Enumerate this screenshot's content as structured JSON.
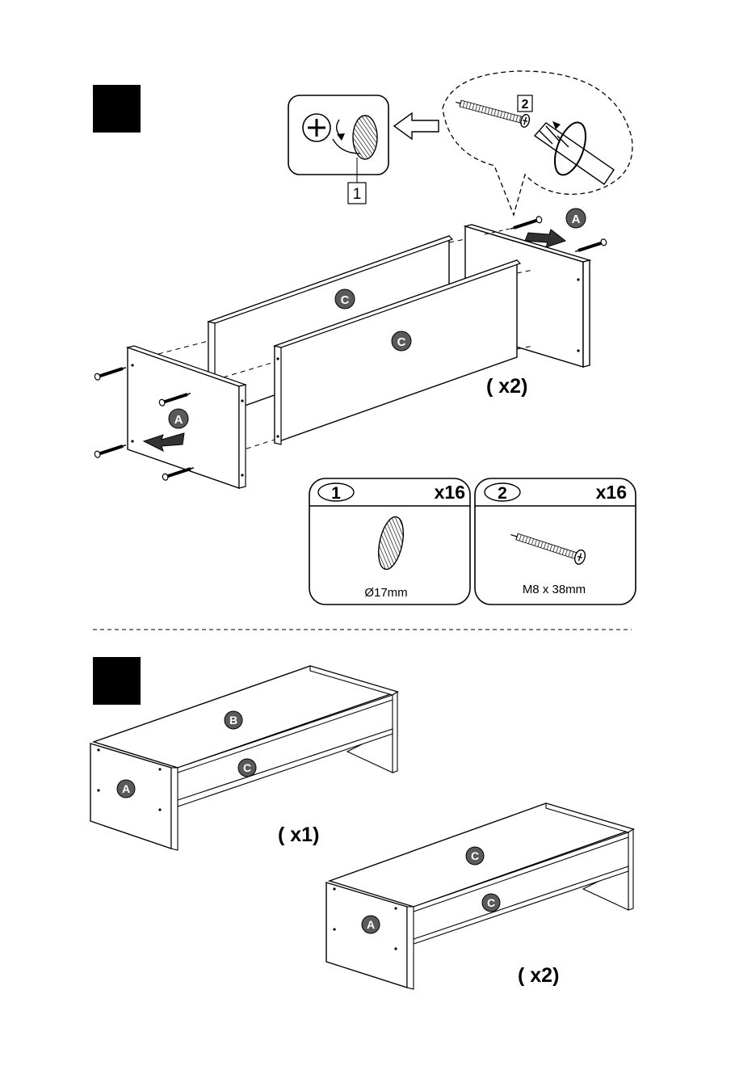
{
  "step1": {
    "callout_part_number": "1",
    "callout_screw_number": "2",
    "quantity_label": "( x2)",
    "panel_letters": {
      "side": "A",
      "long_back": "C",
      "long_front": "C"
    }
  },
  "hardware": [
    {
      "number": "1",
      "quantity": "x16",
      "size": "Ø17mm",
      "icon": "cam-cover-cap-icon"
    },
    {
      "number": "2",
      "quantity": "x16",
      "size": "M8 x 38mm",
      "icon": "screw-icon"
    }
  ],
  "step2": {
    "unit_one": {
      "letters": {
        "top": "B",
        "shelf": "C",
        "side": "A"
      },
      "quantity_label": "( x1)"
    },
    "unit_two": {
      "letters": {
        "top": "C",
        "shelf": "C",
        "side": "A"
      },
      "quantity_label": "( x2)"
    }
  },
  "colors": {
    "ink": "#000000",
    "paper": "#ffffff",
    "tag_fill": "#5a5a5a"
  }
}
